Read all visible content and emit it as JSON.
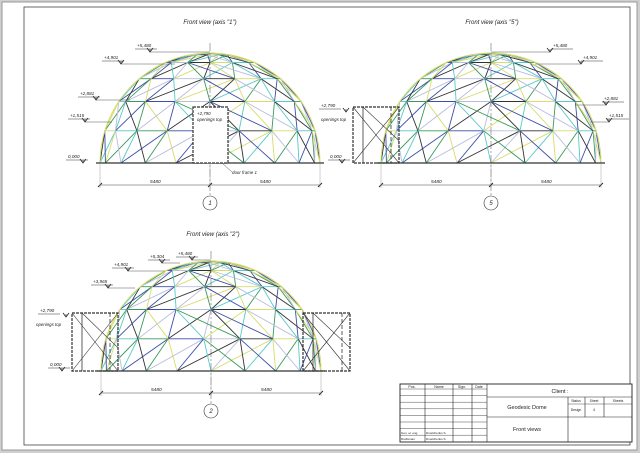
{
  "views": [
    {
      "id": "1",
      "title": "Front view (axis \"1\")",
      "axis_label": "1",
      "levels": [
        "+5,480",
        "+4,901",
        "+2,881",
        "+1,515",
        "0,000"
      ],
      "openings_level": "+2,790",
      "openings_label": "openings top",
      "door_label": "door frame 1",
      "dims": [
        "5480",
        "5480"
      ]
    },
    {
      "id": "5",
      "title": "Front view (axis \"5\")",
      "axis_label": "5",
      "levels": [
        "+5,480",
        "+4,901",
        "+2,881",
        "+1,515"
      ],
      "openings_level": "+2,790",
      "openings_label": "openings top",
      "base_level": "0,000",
      "dims": [
        "5480",
        "5480"
      ]
    },
    {
      "id": "2",
      "title": "Front view (axis \"2\")",
      "axis_label": "2",
      "levels": [
        "+5,480",
        "+5,304",
        "+4,901",
        "+3,965"
      ],
      "openings_level": "+2,790",
      "openings_label": "openings top",
      "base_level": "0,000",
      "dims": [
        "5480",
        "5480"
      ]
    }
  ],
  "strut_colors": [
    "#333333",
    "#d8dc6a",
    "#58c8c8",
    "#3a9a5a",
    "#3c4fa8",
    "#b8bde0"
  ],
  "title_block": {
    "headers": [
      "Pos.",
      "Name",
      "Sign.",
      "Date"
    ],
    "rows": [
      [
        "Gen. el. eng.",
        "Dmelchenko S."
      ],
      [
        "Draftsman",
        "Dmelchenko S."
      ]
    ],
    "client_label": "Client :",
    "project": "Geodesic Dome",
    "status_header": "Status",
    "sheet_header": "Sheet",
    "sheets_header": "Sheets",
    "status_value": "Design",
    "sheet_value": "4",
    "sheet_title": "Front views"
  }
}
